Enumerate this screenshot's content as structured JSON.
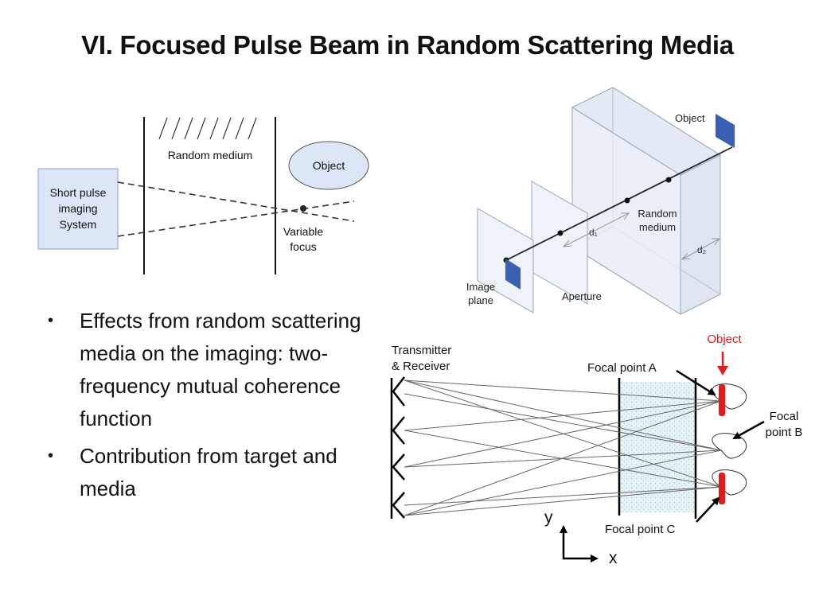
{
  "slide": {
    "title": "VI. Focused Pulse Beam in Random Scattering Media",
    "bullets": [
      "Effects from random scattering media on the imaging: two-frequency mutual coherence function",
      "Contribution from target and media"
    ]
  },
  "diagram1": {
    "system_label": [
      "Short pulse",
      "imaging",
      "System"
    ],
    "medium_label": "Random medium",
    "object_label": "Object",
    "focus_label": [
      "Variable",
      "focus"
    ]
  },
  "diagram2": {
    "object_label": "Object",
    "medium_label": [
      "Random",
      "medium"
    ],
    "aperture_label": "Aperture",
    "image_label": [
      "Image",
      "plane"
    ],
    "d1_label": "d₁",
    "d2_label": "d₂"
  },
  "diagram3": {
    "tx_label": [
      "Transmitter",
      "& Receiver"
    ],
    "object_label": "Object",
    "focal_a_label": "Focal point A",
    "focal_b_label": [
      "Focal",
      "point B"
    ],
    "focal_c_label": "Focal point C",
    "axis_x": "x",
    "axis_y": "y"
  },
  "colors": {
    "panel_fill": "#dde6f7",
    "object_red": "#e31b1b",
    "plate_blue": "#3a5fb3"
  }
}
